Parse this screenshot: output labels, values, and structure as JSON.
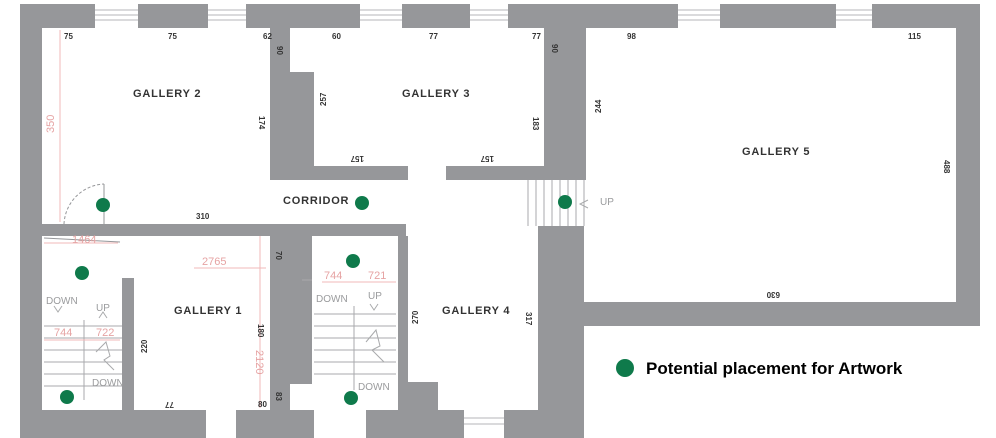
{
  "rooms": {
    "gallery_2": "GALLERY 2",
    "gallery_3": "GALLERY 3",
    "gallery_5": "GALLERY 5",
    "corridor": "CORRIDOR",
    "gallery_1": "GALLERY 1",
    "gallery_4": "GALLERY 4"
  },
  "dimensions": {
    "g2_top_a": "75",
    "g2_top_b": "75",
    "g2_top_c": "62",
    "g2_side_90": "90",
    "g2_left_350": "350",
    "g2_right_174": "174",
    "g3_top_a": "60",
    "g3_top_b": "77",
    "g3_top_c": "77",
    "g3_side_90": "90",
    "g3_left_257": "257",
    "g3_right_183": "183",
    "g3_bottom_a": "157",
    "g3_bottom_b": "157",
    "g5_top_a": "98",
    "g5_top_b": "115",
    "g5_left_244": "244",
    "g5_right_488": "488",
    "g5_bottom_630": "630",
    "corridor_310": "310",
    "g1_70": "70",
    "g1_180": "180",
    "g1_220": "220",
    "g1_77": "77",
    "g1_80": "80",
    "g1_83": "83",
    "g4_270": "270",
    "g4_317": "317",
    "pink_1464": "1464",
    "pink_2765": "2765",
    "pink_2120": "2120",
    "pink_744_a": "744",
    "pink_722": "722",
    "pink_744_b": "744",
    "pink_721": "721"
  },
  "stairs": {
    "up_main": "UP",
    "down_left": "DOWN",
    "up_left": "UP",
    "down_left_bottom": "DOWN",
    "down_mid": "DOWN",
    "up_mid": "UP",
    "down_mid_bottom": "DOWN"
  },
  "legend": {
    "label": "Potential placement for Artwork",
    "marker_color": "#0f7a4b"
  },
  "colors": {
    "wall": "#96979a",
    "annotation": "#e6a3a3"
  },
  "markers": [
    {
      "location": "gallery 2"
    },
    {
      "location": "corridor"
    },
    {
      "location": "stair landing to gallery 5"
    },
    {
      "location": "left stair hall top"
    },
    {
      "location": "gallery 4 stair hall top"
    },
    {
      "location": "left stair hall bottom"
    },
    {
      "location": "gallery 4 stair hall bottom"
    }
  ]
}
